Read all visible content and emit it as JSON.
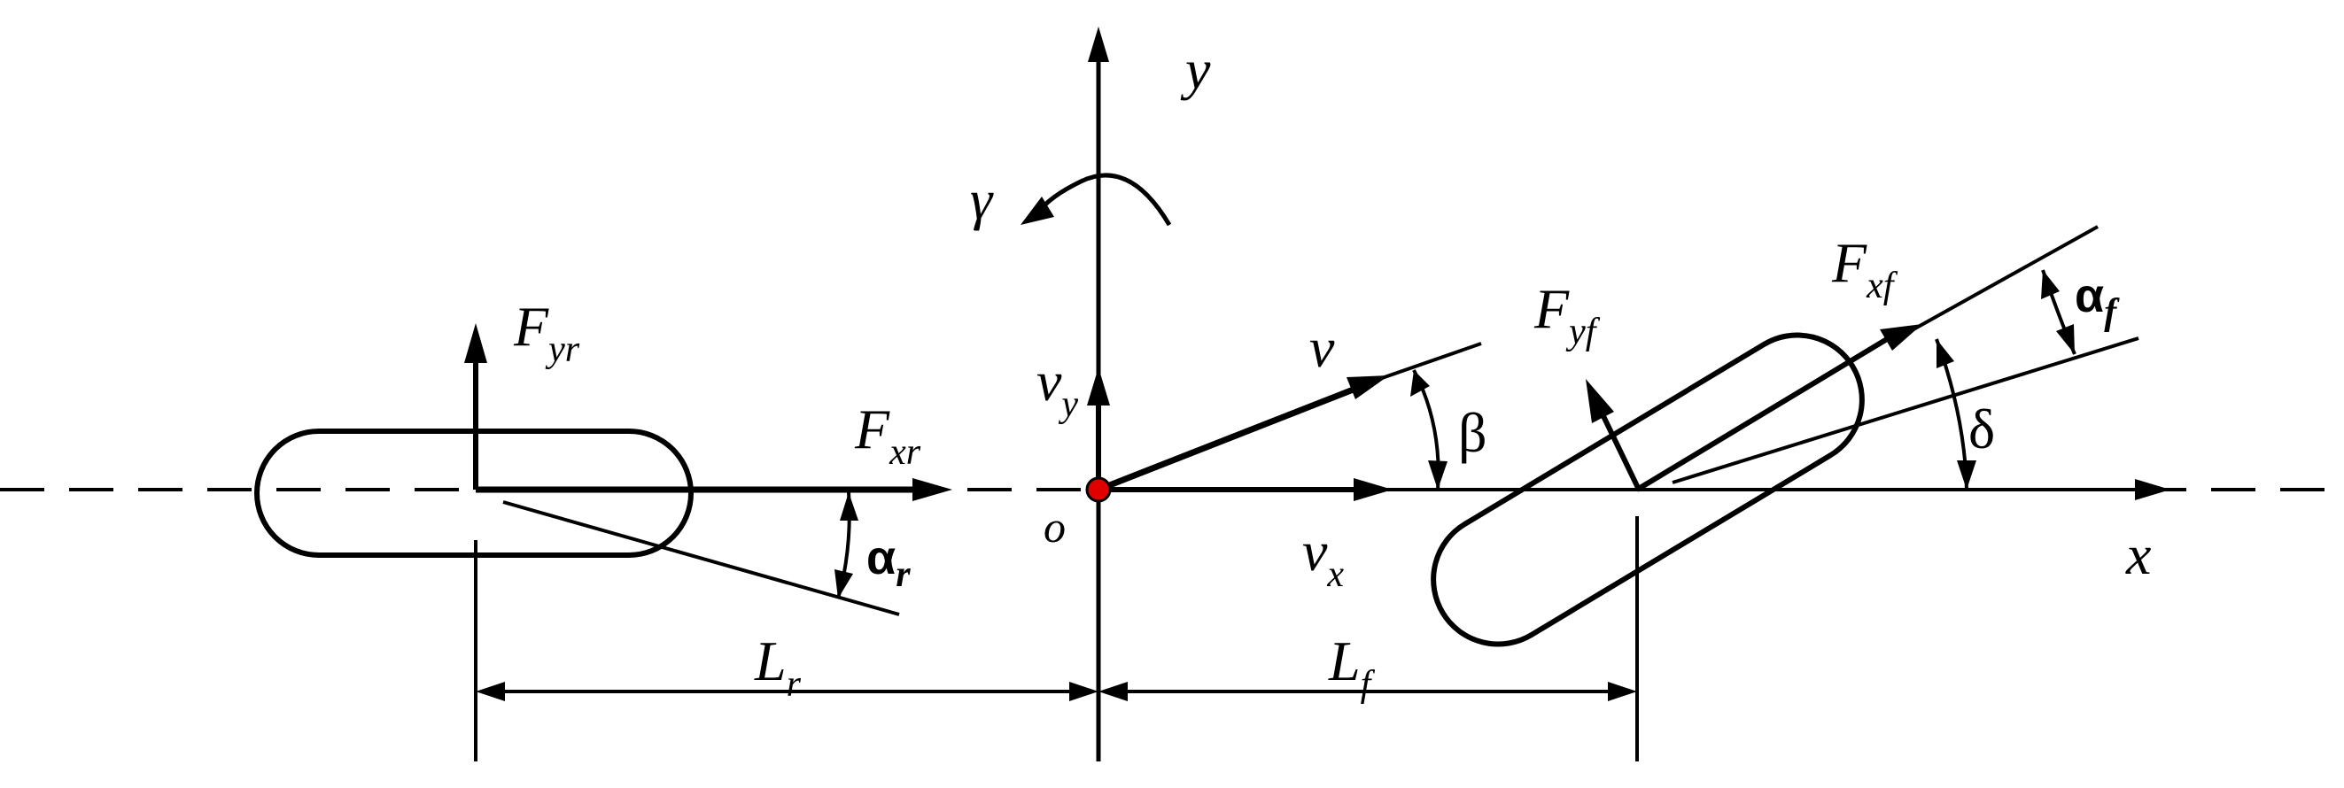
{
  "labels": {
    "y_axis": "y",
    "x_axis": "x",
    "origin": "o",
    "yaw_rate": "γ",
    "velocity": "v",
    "vy_main": "v",
    "vy_sub": "y",
    "vx_main": "v",
    "vx_sub": "x",
    "beta": "β",
    "delta": "δ",
    "fyr_main": "F",
    "fyr_sub": "yr",
    "fxr_main": "F",
    "fxr_sub": "xr",
    "fyf_main": "F",
    "fyf_sub": "yf",
    "fxf_main": "F",
    "fxf_sub": "xf",
    "alpha_r_main": "α",
    "alpha_r_sub": "r",
    "alpha_f_main": "α",
    "alpha_f_sub": "f",
    "lr_main": "L",
    "lr_sub": "r",
    "lf_main": "L",
    "lf_sub": "f"
  },
  "colors": {
    "origin_dot": "#e00000",
    "stroke": "#000000"
  }
}
